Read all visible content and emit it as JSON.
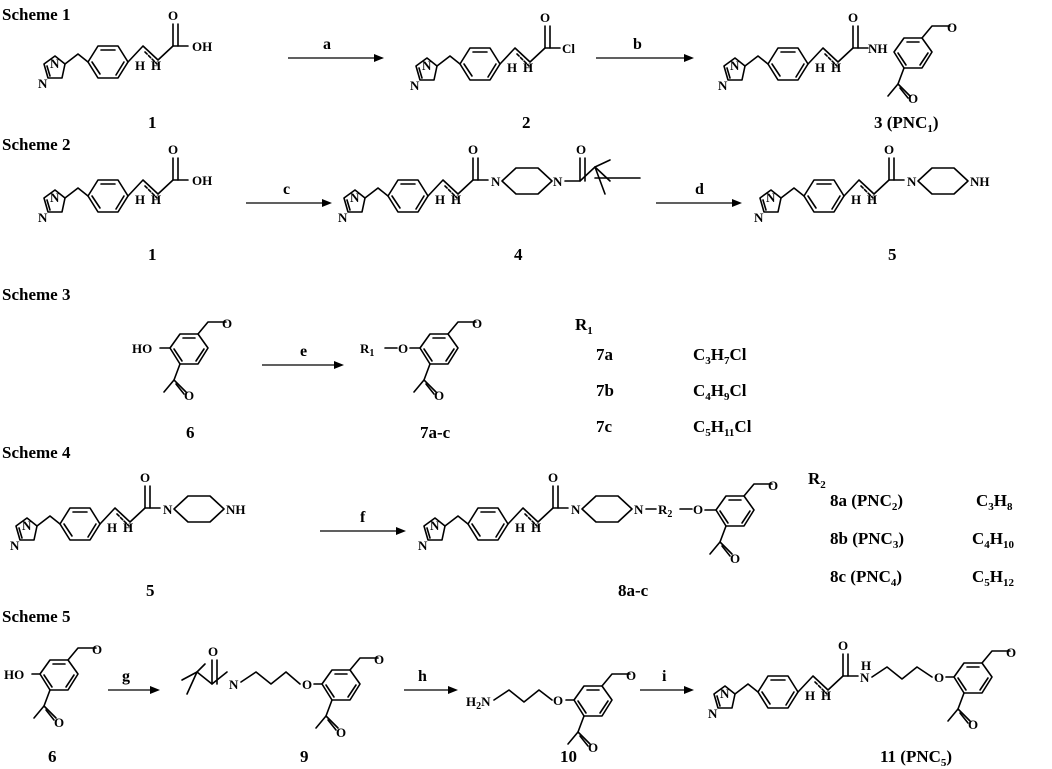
{
  "schemes": [
    {
      "id": "s1",
      "title": "Scheme 1"
    },
    {
      "id": "s2",
      "title": "Scheme 2"
    },
    {
      "id": "s3",
      "title": "Scheme 3"
    },
    {
      "id": "s4",
      "title": "Scheme 4"
    },
    {
      "id": "s5",
      "title": "Scheme 5"
    }
  ],
  "compounds": {
    "c1": "1",
    "c2": "2",
    "c3": "3 (PNC",
    "c3_sub": "1",
    "c3_end": ")",
    "c1b": "1",
    "c4": "4",
    "c5": "5",
    "c6": "6",
    "c7": "7a-c",
    "c5b": "5",
    "c8": "8a-c",
    "c6b": "6",
    "c9": "9",
    "c10": "10",
    "c11": "11 (PNC",
    "c11_sub": "5",
    "c11_end": ")"
  },
  "reagents": {
    "a": "a",
    "b": "b",
    "c": "c",
    "d": "d",
    "e": "e",
    "f": "f",
    "g": "g",
    "h": "h",
    "i": "i"
  },
  "atoms": {
    "oh": "OH",
    "o": "O",
    "cl": "Cl",
    "n": "N",
    "h": "H",
    "nh": "NH",
    "ho": "HO",
    "h2n": "H",
    "h2n_sub": "2",
    "h2n_n": "N",
    "r1": "R",
    "r1_sub": "1",
    "r2": "R",
    "r2_sub": "2"
  },
  "table_r1": {
    "header": "R",
    "header_sub": "1",
    "rows": [
      {
        "id": "7a",
        "f1": "C",
        "s1": "3",
        "f2": "H",
        "s2": "7",
        "f3": "Cl"
      },
      {
        "id": "7b",
        "f1": "C",
        "s1": "4",
        "f2": "H",
        "s2": "9",
        "f3": "Cl"
      },
      {
        "id": "7c",
        "f1": "C",
        "s1": "5",
        "f2": "H",
        "s2": "11",
        "f3": "Cl"
      }
    ]
  },
  "table_r2": {
    "header": "R",
    "header_sub": "2",
    "rows": [
      {
        "id": "8a (PNC",
        "idsub": "2",
        "idend": ")",
        "f1": "C",
        "s1": "3",
        "f2": "H",
        "s2": "8"
      },
      {
        "id": "8b (PNC",
        "idsub": "3",
        "idend": ")",
        "f1": "C",
        "s1": "4",
        "f2": "H",
        "s2": "10"
      },
      {
        "id": "8c (PNC",
        "idsub": "4",
        "idend": ")",
        "f1": "C",
        "s1": "5",
        "f2": "H",
        "s2": "12"
      }
    ]
  }
}
